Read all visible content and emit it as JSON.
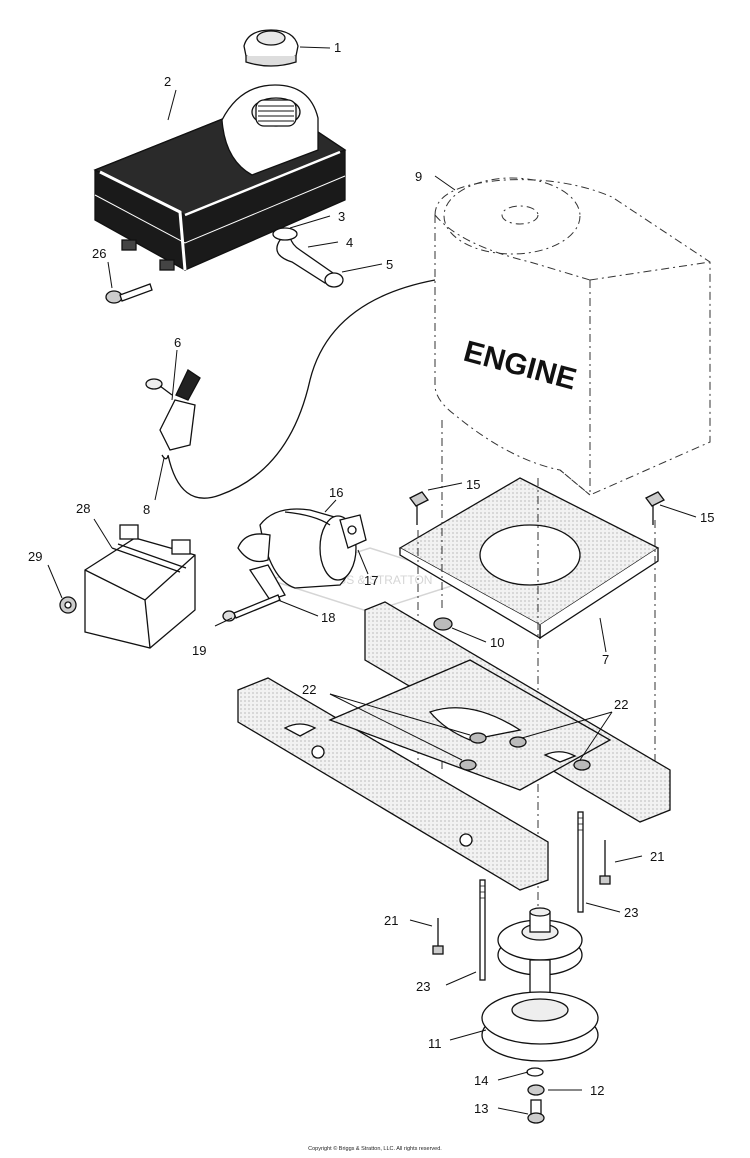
{
  "engine_label": "ENGINE",
  "watermark": "BRIGGS & STRATTON",
  "copyright": "Copyright © Briggs & Stratton, LLC. All rights reserved.",
  "callouts": {
    "c1": "1",
    "c2": "2",
    "c3": "3",
    "c4": "4",
    "c5": "5",
    "c6": "6",
    "c7": "7",
    "c8": "8",
    "c9": "9",
    "c10": "10",
    "c11": "11",
    "c12": "12",
    "c13": "13",
    "c14": "14",
    "c15a": "15",
    "c15b": "15",
    "c16": "16",
    "c17": "17",
    "c18": "18",
    "c19": "19",
    "c21a": "21",
    "c21b": "21",
    "c22a": "22",
    "c22b": "22",
    "c23a": "23",
    "c23b": "23",
    "c26": "26",
    "c28": "28",
    "c29": "29"
  }
}
